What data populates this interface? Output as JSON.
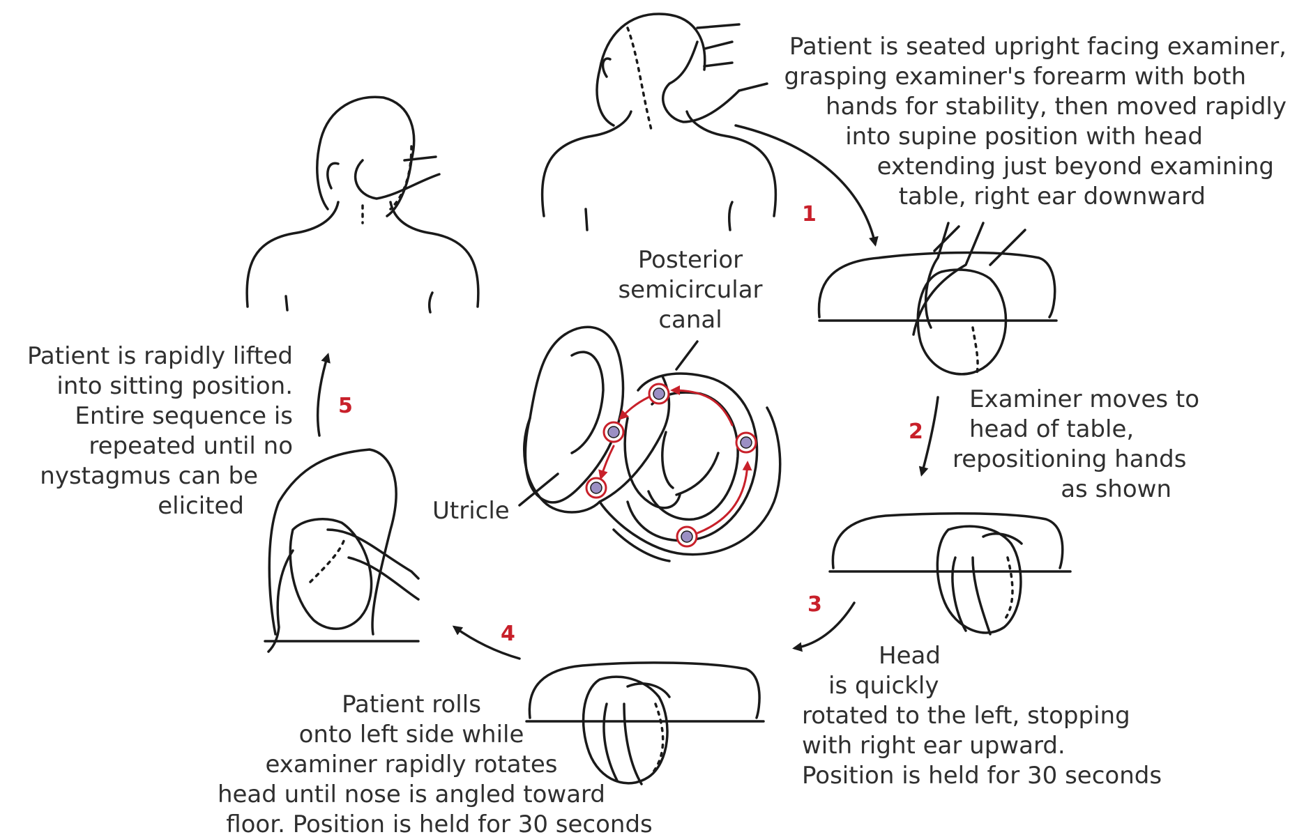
{
  "colors": {
    "line": "#1a1a1a",
    "accent_red": "#c8202a",
    "text": "#2f2f2f",
    "otoconia_fill": "#9b8fc4",
    "otoconia_ring": "#c8202a"
  },
  "steps": [
    {
      "number": "1",
      "lines": [
        "Patient is seated upright facing examiner,",
        "grasping examiner's forearm with both",
        "hands for stability, then moved rapidly",
        "into supine position with head",
        "extending just beyond examining",
        "table, right ear downward"
      ]
    },
    {
      "number": "2",
      "lines": [
        "Examiner moves to",
        "head of table,",
        "repositioning hands",
        "as shown"
      ]
    },
    {
      "number": "3",
      "lines": [
        "Head",
        "is quickly",
        "rotated to the left, stopping",
        "with right ear upward.",
        "Position is held for 30 seconds"
      ]
    },
    {
      "number": "4",
      "lines": [
        "Patient rolls",
        "onto left side while",
        "examiner rapidly rotates",
        "head until nose is angled toward",
        "floor. Position is held for 30 seconds"
      ]
    },
    {
      "number": "5",
      "lines": [
        "Patient is rapidly lifted",
        "into sitting position.",
        "Entire sequence is",
        "repeated until no",
        "nystagmus can be",
        "elicited"
      ]
    }
  ],
  "center": {
    "canal_label": [
      "Posterior",
      "semicircular",
      "canal"
    ],
    "utricle_label": "Utricle"
  }
}
